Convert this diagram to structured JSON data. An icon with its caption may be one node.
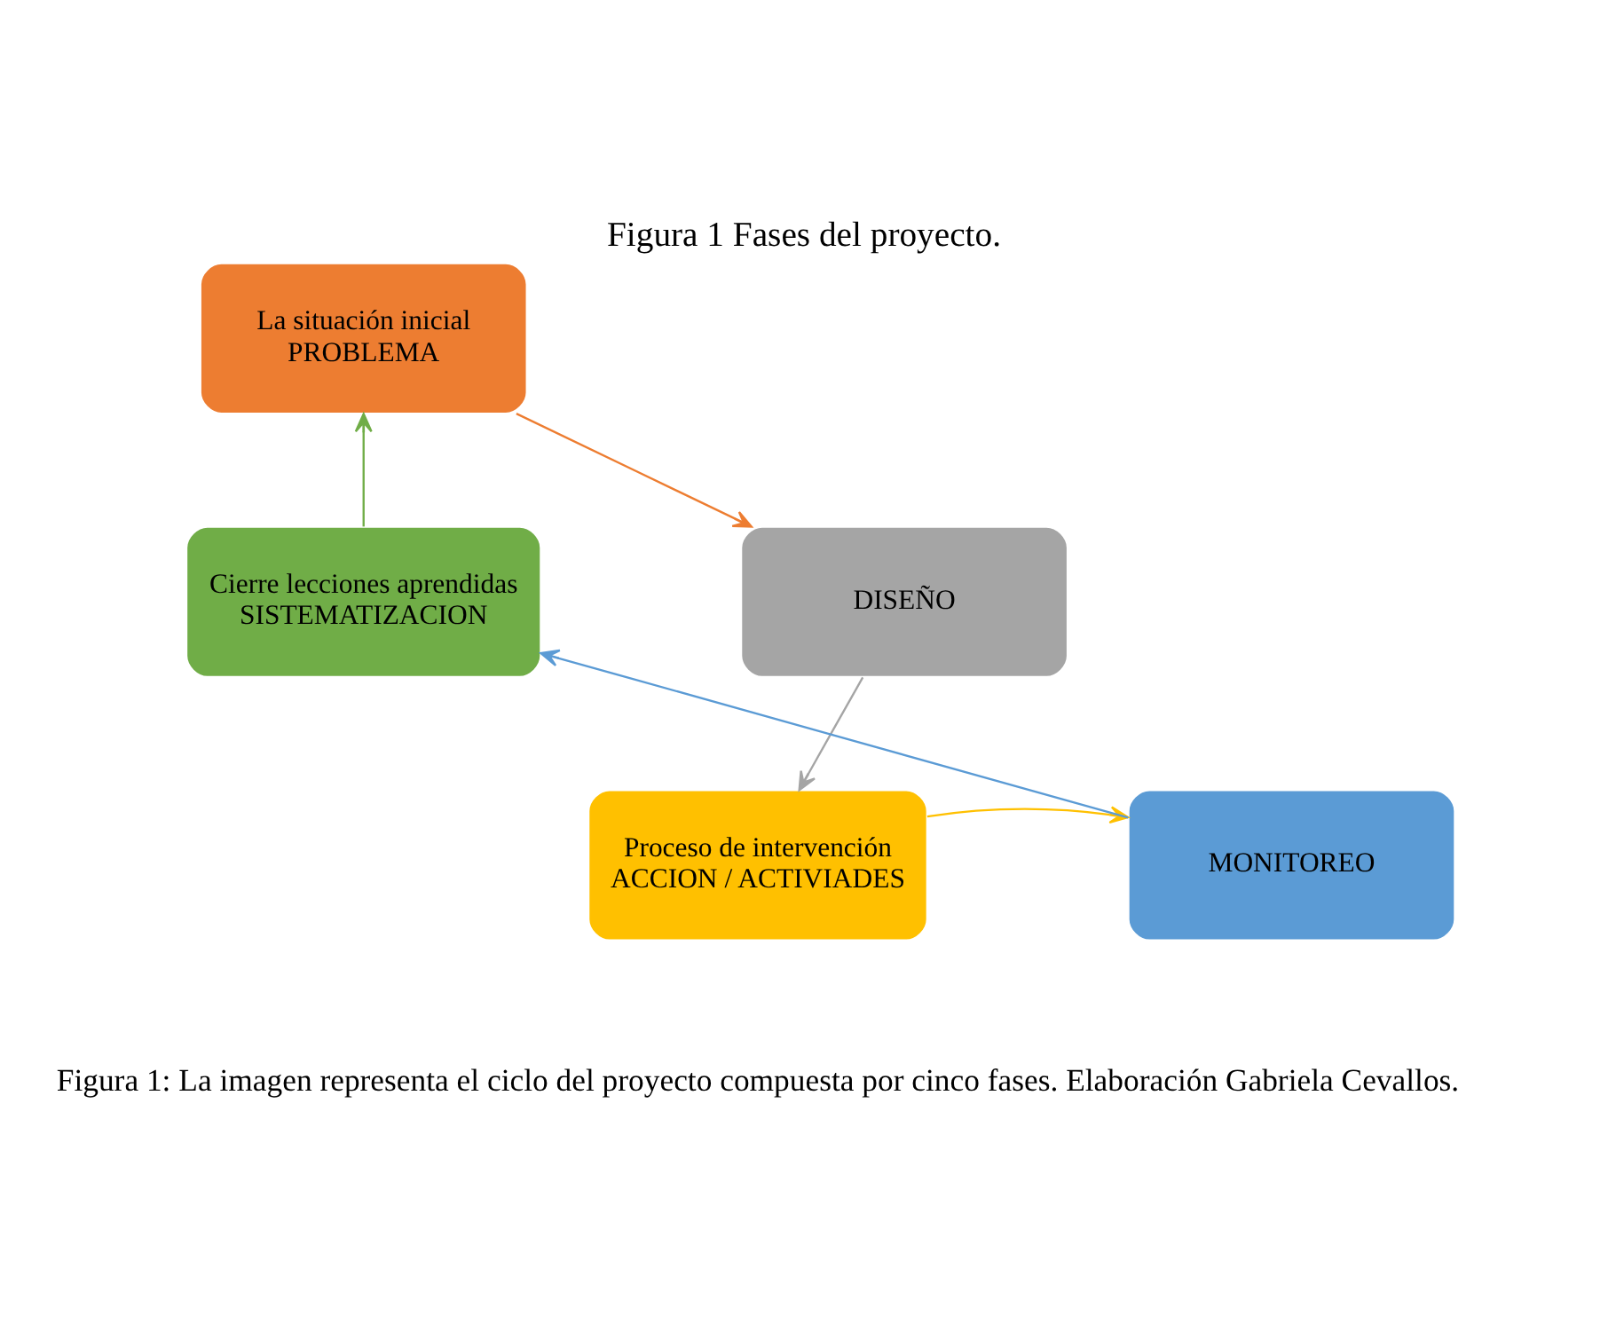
{
  "diagram": {
    "title": "Figura 1 Fases del proyecto.",
    "caption": "Figura 1: La imagen representa el ciclo del proyecto compuesta por cinco fases. Elaboración Gabriela Cevallos.",
    "nodes": [
      {
        "text": [
          "La situación inicial",
          "PROBLEMA"
        ]
      },
      {
        "text": [
          "DISEÑO"
        ]
      },
      {
        "text": [
          "Proceso de intervención",
          "ACCION / ACTIVIADES"
        ]
      },
      {
        "text": [
          "MONITOREO"
        ]
      },
      {
        "text": [
          "Cierre lecciones aprendidas",
          "SISTEMATIZACION"
        ]
      }
    ],
    "edges": [
      {
        "from": 0,
        "to": 1,
        "arrow": "to",
        "color": "#ed7d31"
      },
      {
        "from": 1,
        "to": 2,
        "arrow": "to",
        "color": "#a5a5a5"
      },
      {
        "from": 2,
        "to": 3,
        "arrow": "to",
        "color": "#ffc000"
      },
      {
        "from": 3,
        "to": 4,
        "arrow": "to",
        "color": "#5b9bd5"
      },
      {
        "from": 4,
        "to": 0,
        "arrow": "to",
        "color": "#70ad47"
      }
    ]
  }
}
